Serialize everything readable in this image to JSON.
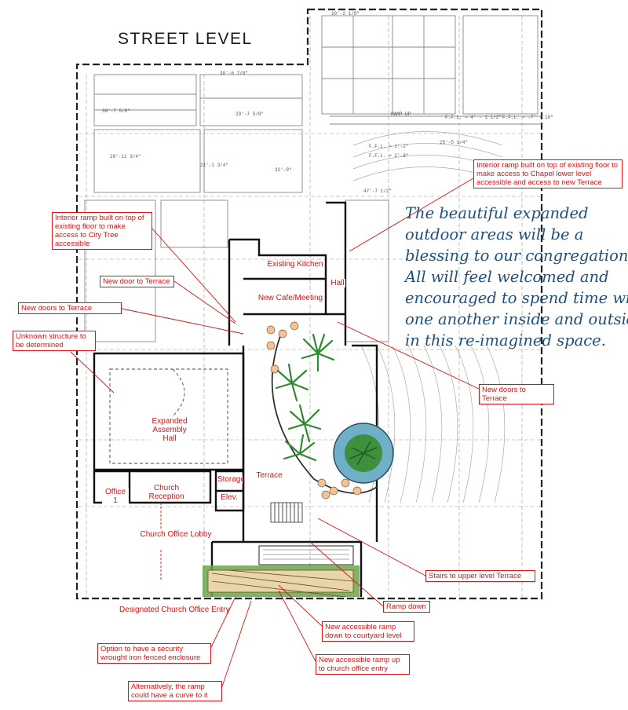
{
  "title": "STREET LEVEL",
  "quote": {
    "lines": [
      "The beautiful expanded",
      "outdoor areas will be a",
      "blessing to our congregation.",
      "All will feel welcomed and",
      "encouraged to spend time with",
      "one another inside and outside",
      "in this re-imagined space."
    ]
  },
  "callouts": {
    "interior_ramp_chapel": "Interior ramp built on top of existing floor to make access to Chapel lower level accessible and access to new Terrace",
    "interior_ramp_city_tree": "Interior ramp built on top of existing floor to make access to City Tree accessible",
    "new_door_terrace": "New door to Terrace",
    "new_doors_terrace_left": "New doors to Terrace",
    "unknown_structure": "Unknown structure to be determined",
    "new_doors_terrace_right": "New doors to Terrace",
    "stairs_upper": "Stairs to upper level Terrace",
    "ramp_down": "Ramp down",
    "ramp_down_courtyard": "New accessible ramp down to courtyard level",
    "ramp_up_office": "New accessible ramp up to church office entry",
    "security_option": "Option to have a security wrought iron fenced enclosure",
    "ramp_curve": "Alternatively, the ramp could have a curve to it",
    "office_entry": "Designated Church Office Entry"
  },
  "rooms": {
    "existing_kitchen": "Existing Kitchen",
    "hall": "Hall",
    "new_cafe": "New Cafe/Meeting",
    "expanded_assembly": "Expanded Assembly Hall",
    "storage": "Storage",
    "terrace": "Terrace",
    "office_1": "Office 1",
    "church_reception": "Church Reception",
    "elev": "Elev.",
    "church_office_lobby": "Church Office Lobby"
  },
  "dimensions": {
    "d1": "10'-2 1/8\"",
    "d2": "30'-6 7/8\"",
    "d3": "36'-7 5/8\"",
    "d4": "29'-7 5/8\"",
    "d5": "28'-11 3/4\"",
    "d6": "21'-1 3/4\"",
    "d7": "32'-9\"",
    "d8": "25'-5 3/4\"",
    "d9": "47'-7 1/2\"",
    "ramp_up": "RAMP UP",
    "ffl1": "F.F.L. = 4' - 1 1/2\"",
    "ffl2": "F.F.L. = -7' - 10\"",
    "ffl3": "F.F.L. = 1'-2\"",
    "ffl4": "F.F.L. = 2'-8\""
  },
  "colors": {
    "annotation_red": "#dd1111",
    "quote_blue": "#1f4f7a",
    "palm_green": "#2f8a2f",
    "tree_blue": "#6fb0c8"
  }
}
